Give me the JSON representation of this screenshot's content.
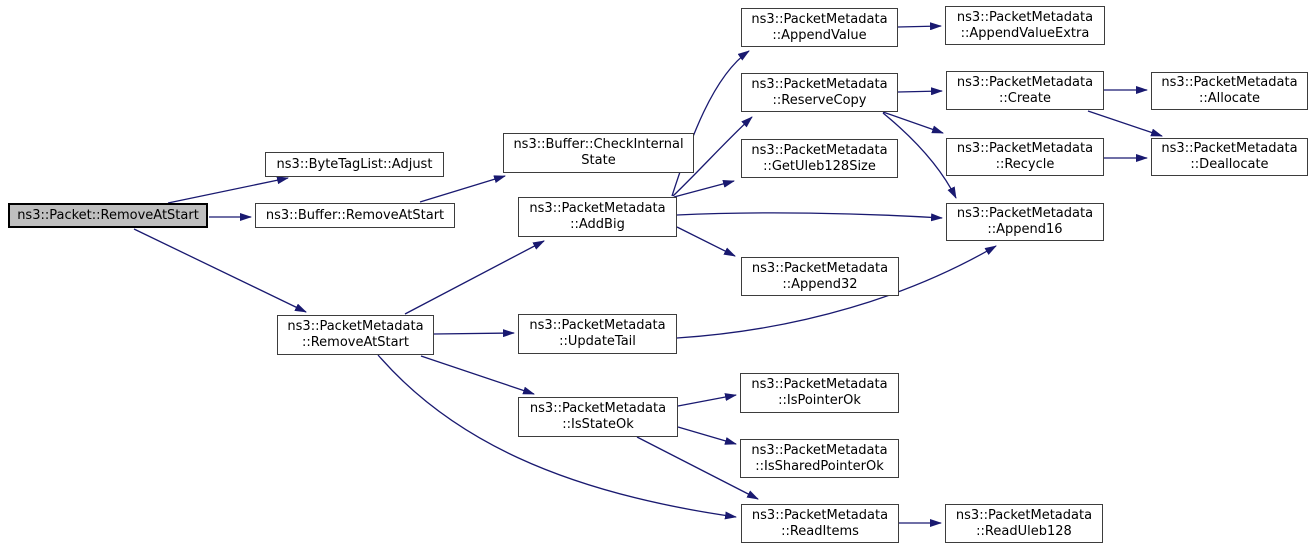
{
  "diagram": {
    "type": "doxygen-call-graph",
    "background_color": "#ffffff",
    "edge_color": "#191970",
    "node_fill": "#ffffff",
    "node_border_color": "#3d3d3d",
    "root_node_fill": "#bfbfbf",
    "root_node_border_color": "#000000",
    "nodes": [
      {
        "id": "packet-removeatstart",
        "label": "ns3::Packet::RemoveAtStart",
        "root": true
      },
      {
        "id": "bytetaglist-adjust",
        "label": "ns3::ByteTagList::Adjust"
      },
      {
        "id": "buffer-removeatstart",
        "label": "ns3::Buffer::RemoveAtStart"
      },
      {
        "id": "pm-removeatstart",
        "label": "ns3::PacketMetadata\n::RemoveAtStart"
      },
      {
        "id": "buffer-checkinternalstate",
        "label": "ns3::Buffer::CheckInternal\nState"
      },
      {
        "id": "pm-addbig",
        "label": "ns3::PacketMetadata\n::AddBig"
      },
      {
        "id": "pm-updatetail",
        "label": "ns3::PacketMetadata\n::UpdateTail"
      },
      {
        "id": "pm-isstateok",
        "label": "ns3::PacketMetadata\n::IsStateOk"
      },
      {
        "id": "pm-appendvalue",
        "label": "ns3::PacketMetadata\n::AppendValue"
      },
      {
        "id": "pm-reservecopy",
        "label": "ns3::PacketMetadata\n::ReserveCopy"
      },
      {
        "id": "pm-getuleb128size",
        "label": "ns3::PacketMetadata\n::GetUleb128Size"
      },
      {
        "id": "pm-append32",
        "label": "ns3::PacketMetadata\n::Append32"
      },
      {
        "id": "pm-ispointerok",
        "label": "ns3::PacketMetadata\n::IsPointerOk"
      },
      {
        "id": "pm-issharedpointerok",
        "label": "ns3::PacketMetadata\n::IsSharedPointerOk"
      },
      {
        "id": "pm-readitems",
        "label": "ns3::PacketMetadata\n::ReadItems"
      },
      {
        "id": "pm-appendvalueextra",
        "label": "ns3::PacketMetadata\n::AppendValueExtra"
      },
      {
        "id": "pm-create",
        "label": "ns3::PacketMetadata\n::Create"
      },
      {
        "id": "pm-recycle",
        "label": "ns3::PacketMetadata\n::Recycle"
      },
      {
        "id": "pm-append16",
        "label": "ns3::PacketMetadata\n::Append16"
      },
      {
        "id": "pm-readuleb128",
        "label": "ns3::PacketMetadata\n::ReadUleb128"
      },
      {
        "id": "pm-allocate",
        "label": "ns3::PacketMetadata\n::Allocate"
      },
      {
        "id": "pm-deallocate",
        "label": "ns3::PacketMetadata\n::Deallocate"
      }
    ],
    "edges": [
      {
        "from": "packet-removeatstart",
        "to": "bytetaglist-adjust"
      },
      {
        "from": "packet-removeatstart",
        "to": "buffer-removeatstart"
      },
      {
        "from": "packet-removeatstart",
        "to": "pm-removeatstart"
      },
      {
        "from": "buffer-removeatstart",
        "to": "buffer-checkinternalstate"
      },
      {
        "from": "pm-removeatstart",
        "to": "pm-addbig"
      },
      {
        "from": "pm-removeatstart",
        "to": "pm-updatetail"
      },
      {
        "from": "pm-removeatstart",
        "to": "pm-isstateok"
      },
      {
        "from": "pm-removeatstart",
        "to": "pm-readitems"
      },
      {
        "from": "pm-addbig",
        "to": "pm-appendvalue"
      },
      {
        "from": "pm-addbig",
        "to": "pm-reservecopy"
      },
      {
        "from": "pm-addbig",
        "to": "pm-getuleb128size"
      },
      {
        "from": "pm-addbig",
        "to": "pm-append16"
      },
      {
        "from": "pm-addbig",
        "to": "pm-append32"
      },
      {
        "from": "pm-updatetail",
        "to": "pm-append16"
      },
      {
        "from": "pm-isstateok",
        "to": "pm-ispointerok"
      },
      {
        "from": "pm-isstateok",
        "to": "pm-issharedpointerok"
      },
      {
        "from": "pm-isstateok",
        "to": "pm-readitems"
      },
      {
        "from": "pm-appendvalue",
        "to": "pm-appendvalueextra"
      },
      {
        "from": "pm-reservecopy",
        "to": "pm-create"
      },
      {
        "from": "pm-reservecopy",
        "to": "pm-recycle"
      },
      {
        "from": "pm-reservecopy",
        "to": "pm-append16"
      },
      {
        "from": "pm-readitems",
        "to": "pm-readuleb128"
      },
      {
        "from": "pm-create",
        "to": "pm-allocate"
      },
      {
        "from": "pm-create",
        "to": "pm-deallocate"
      },
      {
        "from": "pm-recycle",
        "to": "pm-deallocate"
      }
    ]
  }
}
